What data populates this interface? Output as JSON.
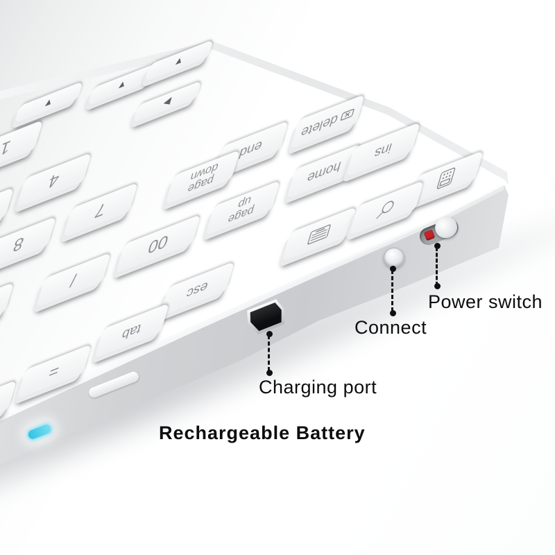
{
  "annotations": {
    "power_switch": {
      "label": "Power switch"
    },
    "connect": {
      "label": "Connect"
    },
    "charging_port": {
      "label": "Charging port"
    },
    "battery": {
      "label": "Rechargeable Battery"
    }
  },
  "hardware": {
    "power_indicator_color": "#c2242a",
    "status_led_color": "#3cc9e6",
    "body_color": "#b5b8bb",
    "keycap_color": "#f2f3f5"
  },
  "keyboard": {
    "keys": [
      {
        "id": "arrow-1",
        "label": "▲"
      },
      {
        "id": "arrow-2",
        "label": "▲"
      },
      {
        "id": "arrow-3",
        "label": "▲"
      },
      {
        "id": "key-1",
        "label": "1"
      },
      {
        "id": "arrow-4",
        "label": "◀"
      },
      {
        "id": "key-4",
        "label": "4"
      },
      {
        "id": "key-7",
        "label": "7"
      },
      {
        "id": "key-8",
        "label": "8"
      },
      {
        "id": "key-end",
        "label": "end"
      },
      {
        "id": "key-delete",
        "label": "delete",
        "icon": "forward-delete-icon"
      },
      {
        "id": "key-page-down",
        "label": "page down"
      },
      {
        "id": "key-home",
        "label": "home"
      },
      {
        "id": "key-page-up",
        "label": "page up"
      },
      {
        "id": "key-00",
        "label": "00"
      },
      {
        "id": "key-ins",
        "label": "ins"
      },
      {
        "id": "key-slash",
        "label": "/"
      },
      {
        "id": "key-partial-a",
        "label": ""
      },
      {
        "id": "key-partial-b",
        "label": ""
      },
      {
        "id": "key-calculator",
        "label": "",
        "icon": "calculator-icon"
      },
      {
        "id": "key-keyboard",
        "label": "",
        "icon": "keyboard-icon"
      },
      {
        "id": "key-search",
        "label": "",
        "icon": "search-icon"
      },
      {
        "id": "key-esc",
        "label": "esc"
      },
      {
        "id": "key-tab",
        "label": "tab"
      },
      {
        "id": "key-equals",
        "label": "="
      },
      {
        "id": "key-partial-c",
        "label": ""
      }
    ]
  }
}
